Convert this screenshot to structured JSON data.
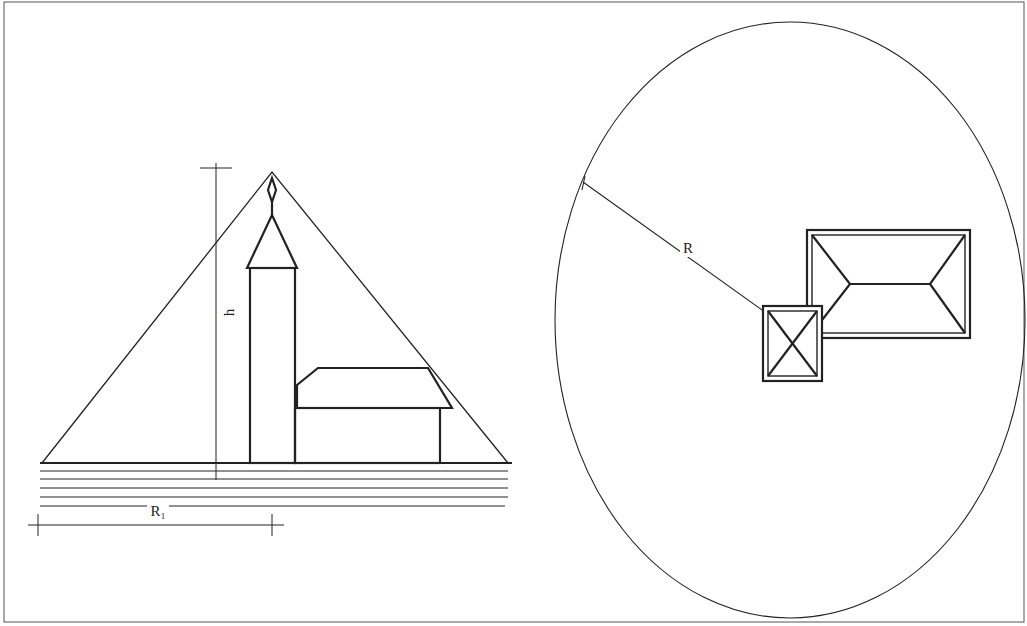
{
  "diagram": {
    "labels": [
      "h",
      "R₁",
      "R"
    ]
  }
}
